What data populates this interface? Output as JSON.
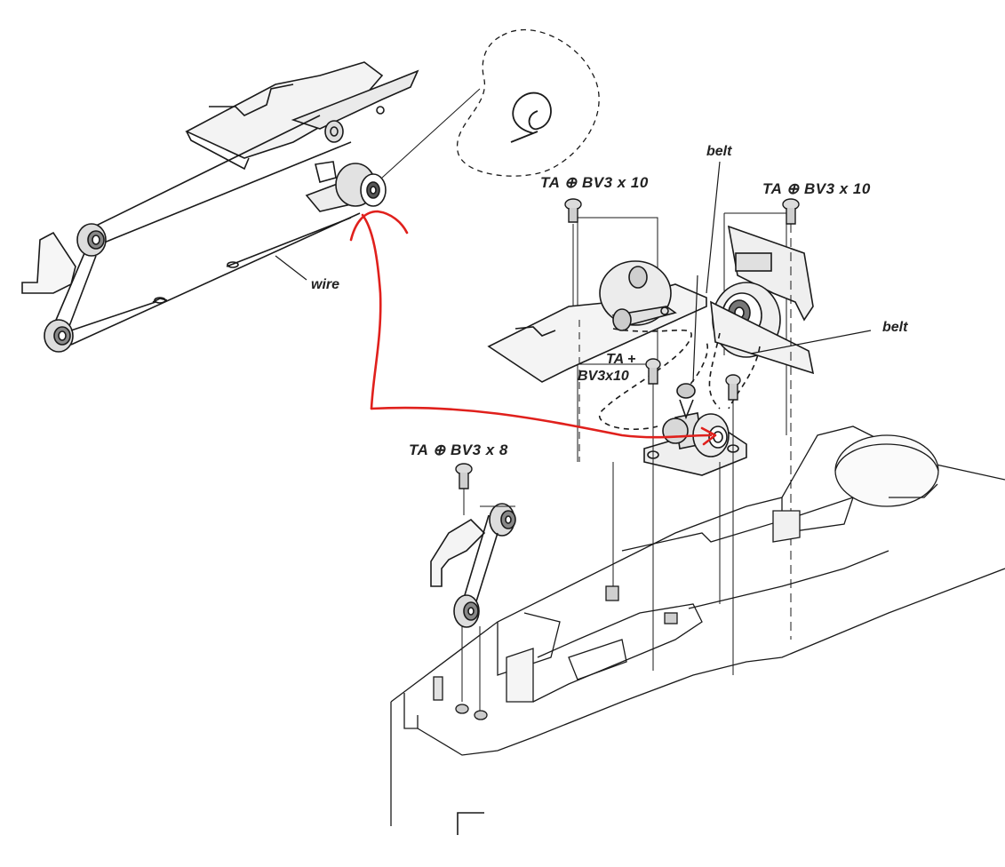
{
  "labels": {
    "screw_top_center": "TA ⊕ BV3 x 10",
    "screw_top_right": "TA ⊕ BV3 x 10",
    "screw_middle_line1": "TA +",
    "screw_middle_line2": "BV3x10",
    "screw_left_bottom": "TA ⊕ BV3 x 8",
    "belt_top": "belt",
    "belt_right": "belt",
    "wire": "wire"
  },
  "colors": {
    "line_art": "#1a1a1a",
    "annotation": "#e0201c"
  }
}
